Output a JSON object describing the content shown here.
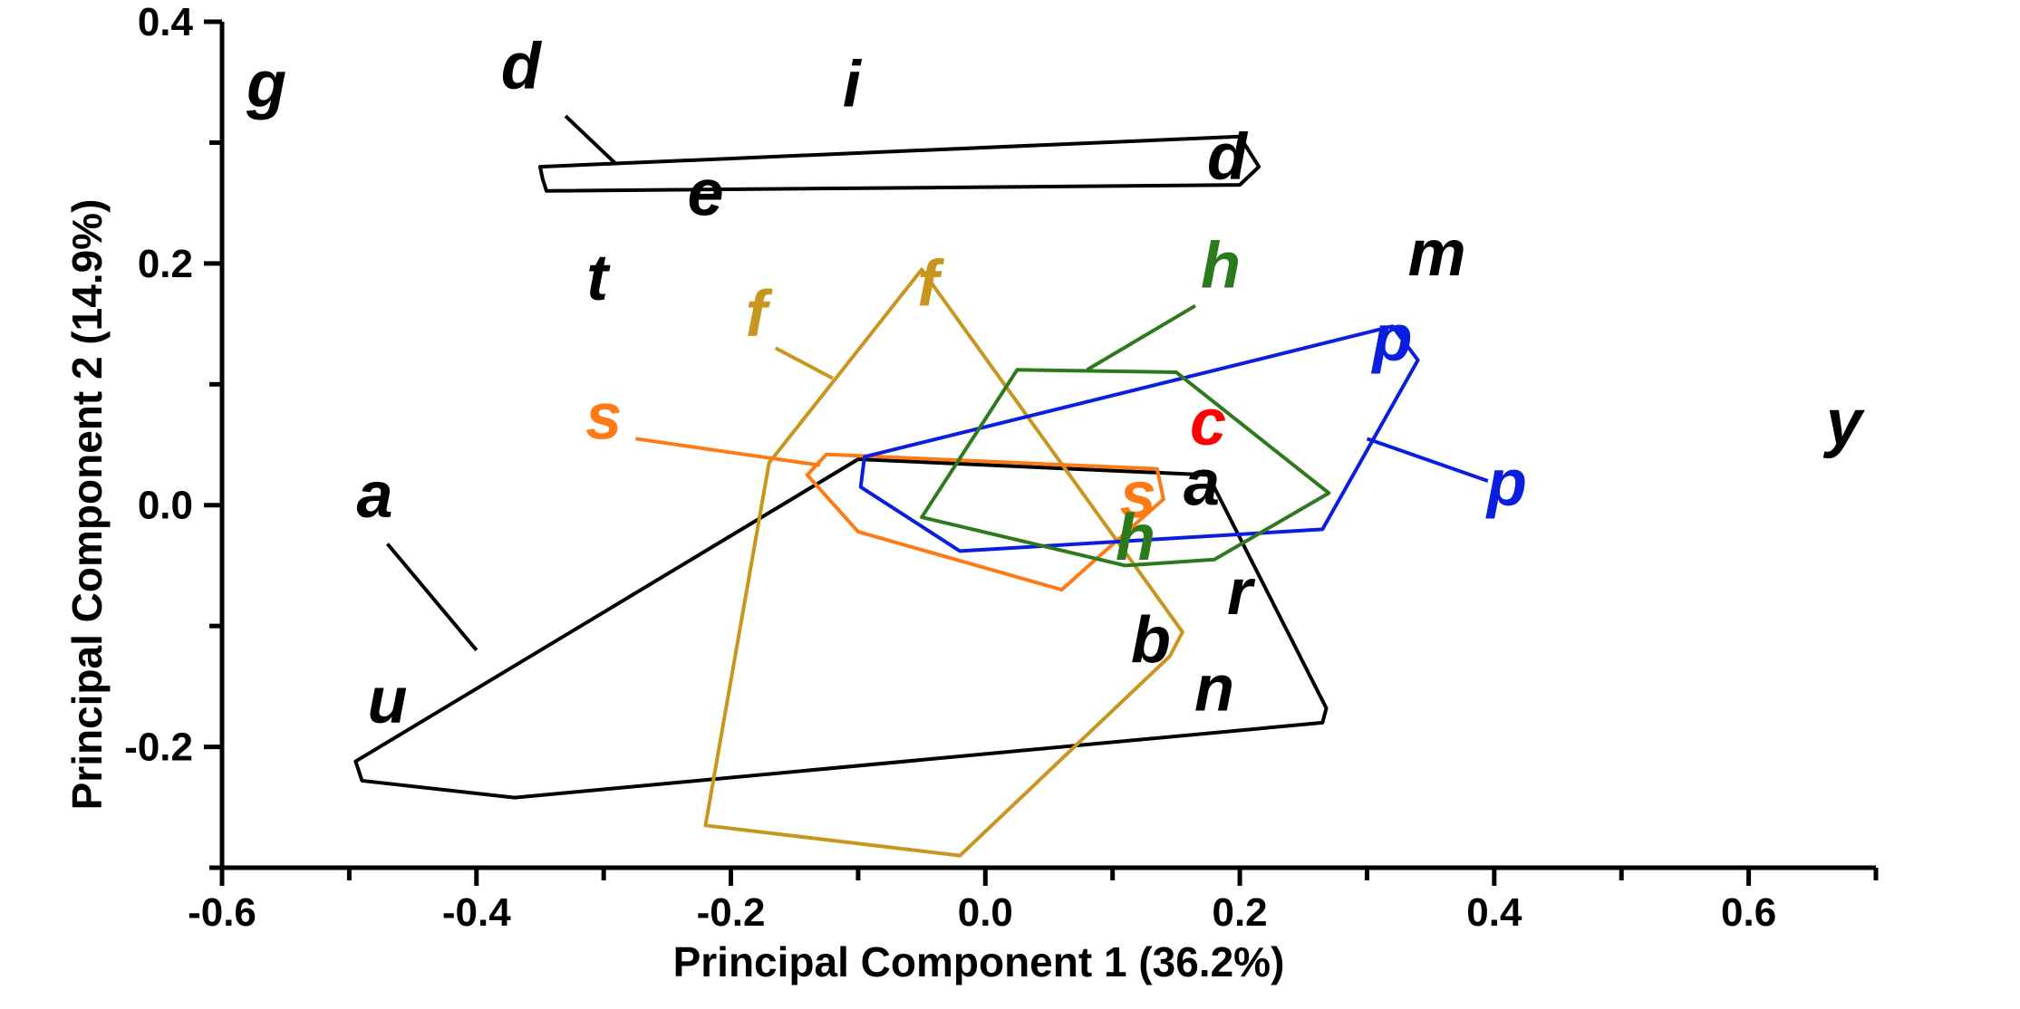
{
  "chart_data": {
    "type": "scatter",
    "xlabel": "Principal Component 1 (36.2%)",
    "ylabel": "Principal Component 2 (14.9%)",
    "xlim": [
      -0.6,
      0.7
    ],
    "ylim": [
      -0.3,
      0.4
    ],
    "xticks": [
      {
        "value": -0.6,
        "label": "-0.6"
      },
      {
        "value": -0.4,
        "label": "-0.4"
      },
      {
        "value": -0.2,
        "label": "-0.2"
      },
      {
        "value": 0.0,
        "label": "0.0"
      },
      {
        "value": 0.2,
        "label": "0.2"
      },
      {
        "value": 0.4,
        "label": "0.4"
      },
      {
        "value": 0.6,
        "label": "0.6"
      }
    ],
    "xminor": [
      -0.5,
      -0.3,
      -0.1,
      0.1,
      0.3,
      0.5,
      0.7
    ],
    "yticks": [
      {
        "value": 0.4,
        "label": "0.4"
      },
      {
        "value": 0.2,
        "label": "0.2"
      },
      {
        "value": 0.0,
        "label": "0.0"
      },
      {
        "value": -0.2,
        "label": "-0.2"
      }
    ],
    "yminor": [
      0.3,
      0.1,
      -0.1,
      -0.3
    ],
    "grid": false,
    "series": [
      {
        "color": "#000000",
        "hull": [
          [
            -0.495,
            -0.212
          ],
          [
            -0.1,
            0.038
          ],
          [
            0.175,
            0.025
          ],
          [
            0.268,
            -0.168
          ],
          [
            0.265,
            -0.18
          ],
          [
            -0.37,
            -0.242
          ],
          [
            -0.49,
            -0.228
          ]
        ],
        "leader": [
          [
            -0.33,
            0.322
          ],
          [
            -0.29,
            0.282
          ]
        ],
        "labels": [
          {
            "text": "d",
            "x": -0.365,
            "y": 0.345
          },
          {
            "text": "a",
            "x": -0.48,
            "y": -0.01
          },
          {
            "text": "u",
            "x": -0.47,
            "y": -0.18
          }
        ]
      },
      {
        "color": "#000000",
        "hull": [
          [
            -0.35,
            0.28
          ],
          [
            0.2,
            0.305
          ],
          [
            0.215,
            0.28
          ],
          [
            0.2,
            0.265
          ],
          [
            -0.345,
            0.26
          ],
          [
            -0.348,
            0.27
          ]
        ],
        "leader": [
          [
            -0.47,
            -0.032
          ],
          [
            -0.4,
            -0.12
          ]
        ],
        "labels": [
          {
            "text": "d",
            "x": 0.19,
            "y": 0.27
          },
          {
            "text": "e",
            "x": -0.22,
            "y": 0.24
          },
          {
            "text": "a",
            "x": 0.17,
            "y": 0.0
          },
          {
            "text": "r",
            "x": 0.2,
            "y": -0.09
          },
          {
            "text": "b",
            "x": 0.13,
            "y": -0.13
          },
          {
            "text": "n",
            "x": 0.18,
            "y": -0.17
          }
        ]
      },
      {
        "color": "#c8961e",
        "hull": [
          [
            -0.05,
            0.195
          ],
          [
            0.155,
            -0.105
          ],
          [
            0.145,
            -0.125
          ],
          [
            -0.02,
            -0.29
          ],
          [
            -0.22,
            -0.265
          ],
          [
            -0.17,
            0.035
          ]
        ],
        "leader": [
          [
            -0.165,
            0.13
          ],
          [
            -0.12,
            0.105
          ]
        ],
        "labels": [
          {
            "text": "f",
            "x": -0.18,
            "y": 0.14
          },
          {
            "text": "f",
            "x": -0.045,
            "y": 0.165
          }
        ]
      },
      {
        "color": "#ff7a14",
        "hull": [
          [
            -0.125,
            0.042
          ],
          [
            0.135,
            0.03
          ],
          [
            0.14,
            0.005
          ],
          [
            0.06,
            -0.07
          ],
          [
            -0.1,
            -0.022
          ],
          [
            -0.14,
            0.025
          ]
        ],
        "leader": [
          [
            -0.275,
            0.055
          ],
          [
            -0.13,
            0.033
          ]
        ],
        "labels": [
          {
            "text": "s",
            "x": -0.3,
            "y": 0.055
          },
          {
            "text": "s",
            "x": 0.12,
            "y": -0.01
          }
        ]
      },
      {
        "color": "#0a1ee0",
        "hull": [
          [
            -0.095,
            0.04
          ],
          [
            0.32,
            0.148
          ],
          [
            0.34,
            0.12
          ],
          [
            0.265,
            -0.02
          ],
          [
            -0.02,
            -0.038
          ],
          [
            -0.098,
            0.015
          ]
        ],
        "leader": [
          [
            0.3,
            0.055
          ],
          [
            0.395,
            0.02
          ]
        ],
        "labels": [
          {
            "text": "p",
            "x": 0.32,
            "y": 0.12
          },
          {
            "text": "p",
            "x": 0.41,
            "y": 0.0
          }
        ]
      },
      {
        "color": "#2d7a1e",
        "hull": [
          [
            0.025,
            0.112
          ],
          [
            0.15,
            0.11
          ],
          [
            0.27,
            0.01
          ],
          [
            0.18,
            -0.045
          ],
          [
            0.11,
            -0.05
          ],
          [
            -0.05,
            -0.01
          ]
        ],
        "leader": [
          [
            0.08,
            0.112
          ],
          [
            0.165,
            0.165
          ]
        ],
        "labels": [
          {
            "text": "h",
            "x": 0.185,
            "y": 0.18
          },
          {
            "text": "h",
            "x": 0.118,
            "y": -0.045
          }
        ]
      }
    ],
    "extra_labels": [
      {
        "text": "g",
        "x": -0.565,
        "y": 0.33,
        "color": "#000000"
      },
      {
        "text": "i",
        "x": -0.105,
        "y": 0.33,
        "color": "#000000"
      },
      {
        "text": "t",
        "x": -0.305,
        "y": 0.17,
        "color": "#000000"
      },
      {
        "text": "m",
        "x": 0.355,
        "y": 0.19,
        "color": "#000000"
      },
      {
        "text": "c",
        "x": 0.175,
        "y": 0.05,
        "color": "#ff0000"
      },
      {
        "text": "y",
        "x": 0.675,
        "y": 0.05,
        "color": "#000000"
      }
    ]
  }
}
